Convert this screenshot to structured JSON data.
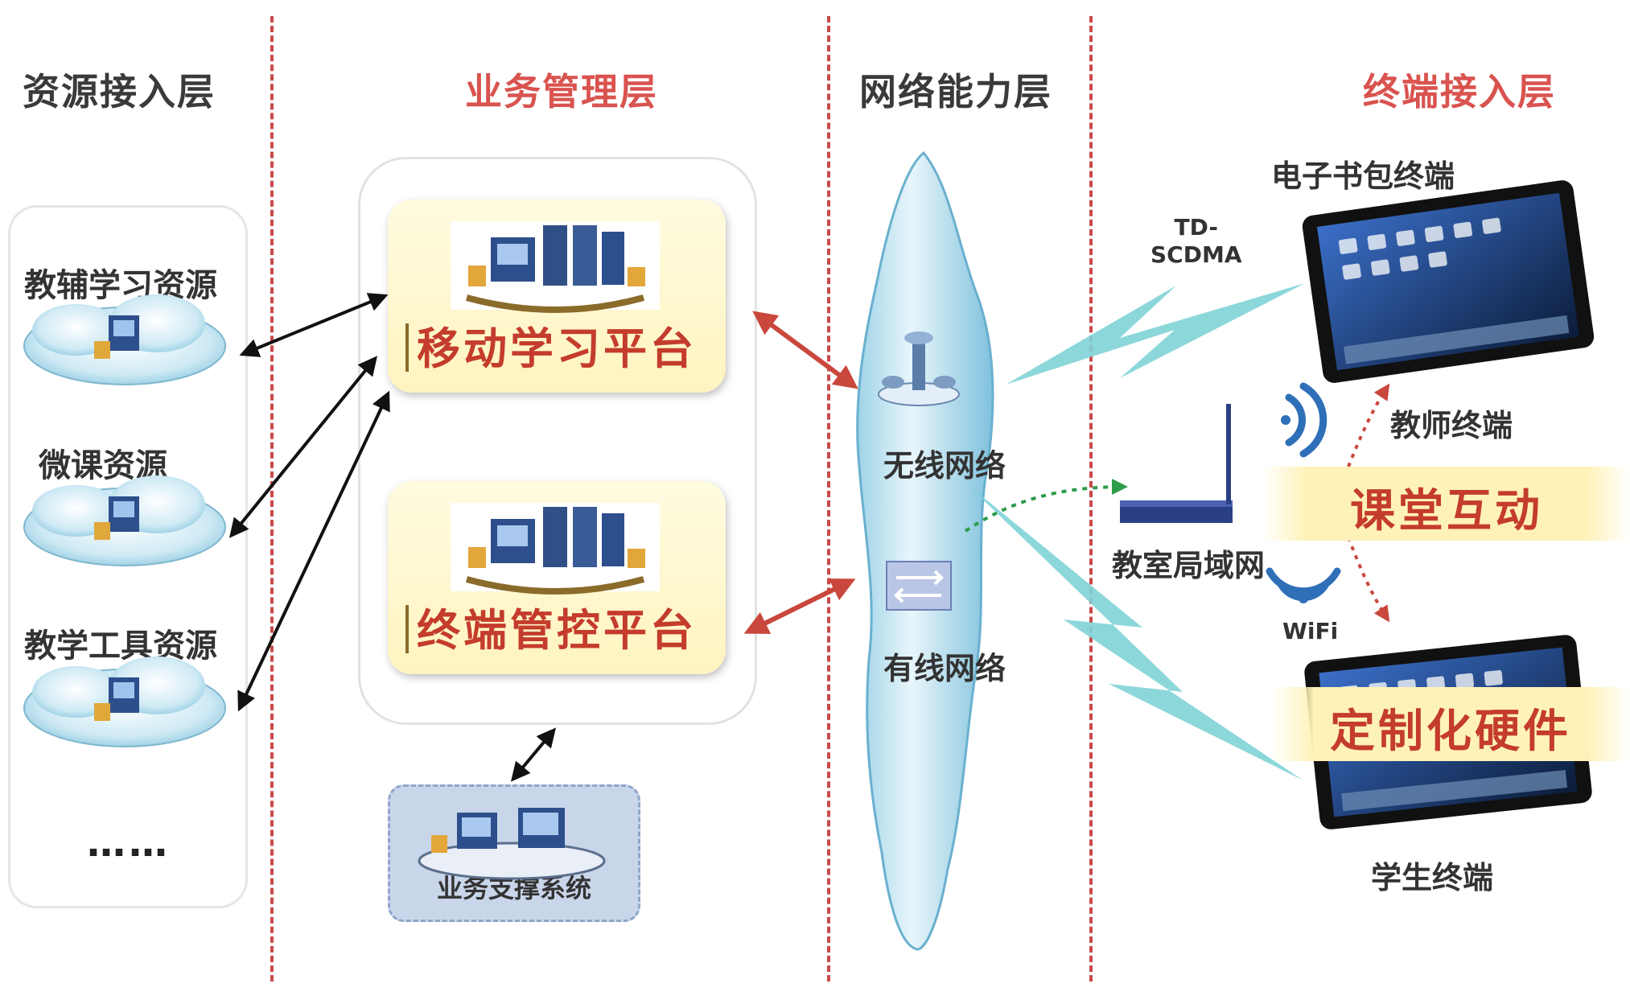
{
  "layers": {
    "resource": "资源接入层",
    "business": "业务管理层",
    "network": "网络能力层",
    "terminal": "终端接入层"
  },
  "resources": {
    "items": [
      "教辅学习资源",
      "微课资源",
      "教学工具资源"
    ],
    "more": "……"
  },
  "platforms": {
    "mobile_learning": "移动学习平台",
    "terminal_control": "终端管控平台",
    "support_system": "业务支撑系统"
  },
  "network": {
    "wireless": "无线网络",
    "wired": "有线网络",
    "td_scdma_line1": "TD-",
    "td_scdma_line2": "SCDMA",
    "classroom_lan": "教室局域网",
    "wifi": "WiFi"
  },
  "terminals": {
    "ebook": "电子书包终端",
    "teacher": "教师终端",
    "classroom_interaction": "课堂互动",
    "custom_hardware": "定制化硬件",
    "student": "学生终端"
  },
  "colors": {
    "divider": "#c94a4a",
    "title_red": "#d9534f",
    "platform_text": "#c43c2c",
    "cloud_blue": "#bfe4f2",
    "lightning": "#7fd3d6",
    "support_bg": "#c9d6ea"
  }
}
